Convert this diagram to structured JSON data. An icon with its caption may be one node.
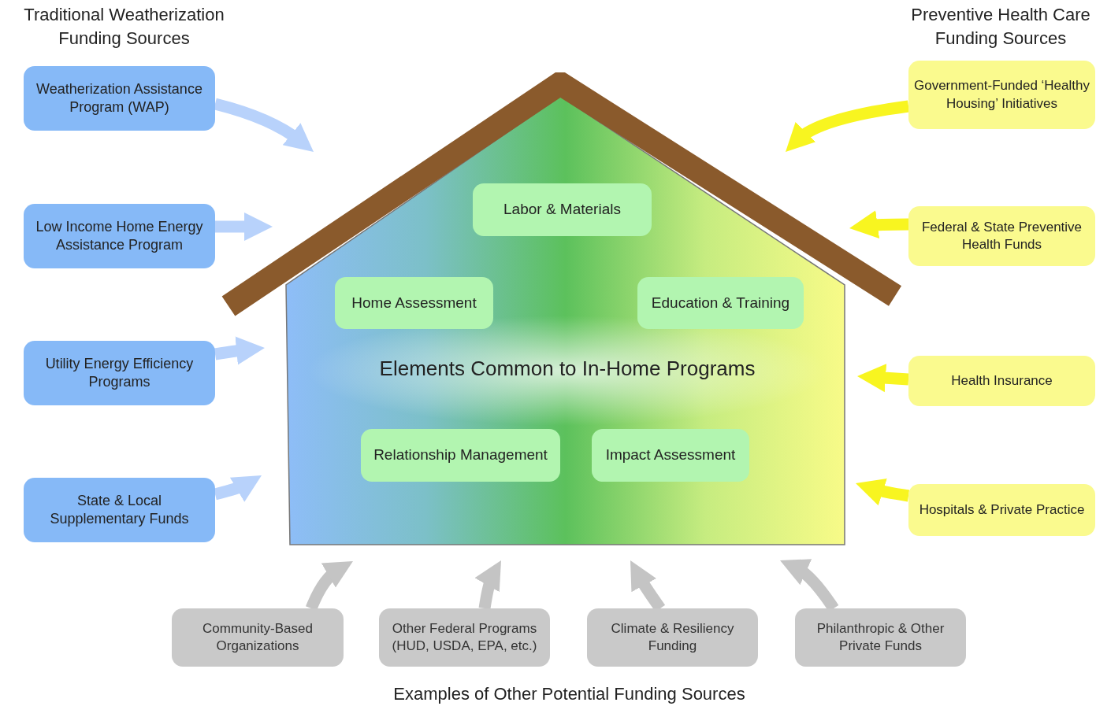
{
  "diagram": {
    "nodes": [
      {
        "text": [
          "Elements Common to In-Home Programs"
        ]
      },
      {
        "text": [
          "Labor & Materials"
        ],
        "in": 0
      },
      {
        "text": [
          "Home Assessment"
        ],
        "in": 0
      },
      {
        "text": [
          "Education & Training"
        ],
        "in": 0
      },
      {
        "text": [
          "Relationship Management"
        ],
        "in": 0
      },
      {
        "text": [
          "Impact Assessment"
        ],
        "in": 0
      },
      {
        "text": [
          "Weatherization Assistance Program (WAP)"
        ]
      },
      {
        "text": [
          "Low Income Home Energy Assistance Program"
        ]
      },
      {
        "text": [
          "Utility Energy Efficiency Programs"
        ]
      },
      {
        "text": [
          "State & Local Supplementary Funds"
        ]
      },
      {
        "text": [
          "Government-Funded ‘Healthy Housing’ Initiatives"
        ]
      },
      {
        "text": [
          "Federal & State Preventive Health Funds"
        ]
      },
      {
        "text": [
          "Health Insurance"
        ]
      },
      {
        "text": [
          "Hospitals & Private Practice"
        ]
      },
      {
        "text": [
          "Community-Based Organizations"
        ]
      },
      {
        "text": [
          "Other Federal Programs (HUD, USDA, EPA, etc.)"
        ]
      },
      {
        "text": [
          "Climate & Resiliency Funding"
        ]
      },
      {
        "text": [
          "Philanthropic & Other Private Funds"
        ]
      }
    ],
    "edges": [
      {
        "from": 6,
        "to": 0,
        "arrow": "to",
        "color": "#b8d2fb"
      },
      {
        "from": 7,
        "to": 0,
        "arrow": "to",
        "color": "#b8d2fb"
      },
      {
        "from": 8,
        "to": 0,
        "arrow": "to",
        "color": "#b8d2fb"
      },
      {
        "from": 9,
        "to": 0,
        "arrow": "to",
        "color": "#b8d2fb"
      },
      {
        "from": 10,
        "to": 0,
        "arrow": "to",
        "color": "#f8f520"
      },
      {
        "from": 11,
        "to": 0,
        "arrow": "to",
        "color": "#f8f520"
      },
      {
        "from": 12,
        "to": 0,
        "arrow": "to",
        "color": "#f8f520"
      },
      {
        "from": 13,
        "to": 0,
        "arrow": "to",
        "color": "#f8f520"
      },
      {
        "from": 14,
        "to": 0,
        "arrow": "to",
        "color": "#c4c4c4"
      },
      {
        "from": 15,
        "to": 0,
        "arrow": "to",
        "color": "#c4c4c4"
      },
      {
        "from": 16,
        "to": 0,
        "arrow": "to",
        "color": "#c4c4c4"
      },
      {
        "from": 17,
        "to": 0,
        "arrow": "to",
        "color": "#c4c4c4"
      }
    ],
    "labels": [
      "Traditional Weatherization Funding Sources",
      "Preventive Health Care Funding Sources",
      "Examples of Other Potential Funding Sources"
    ]
  }
}
